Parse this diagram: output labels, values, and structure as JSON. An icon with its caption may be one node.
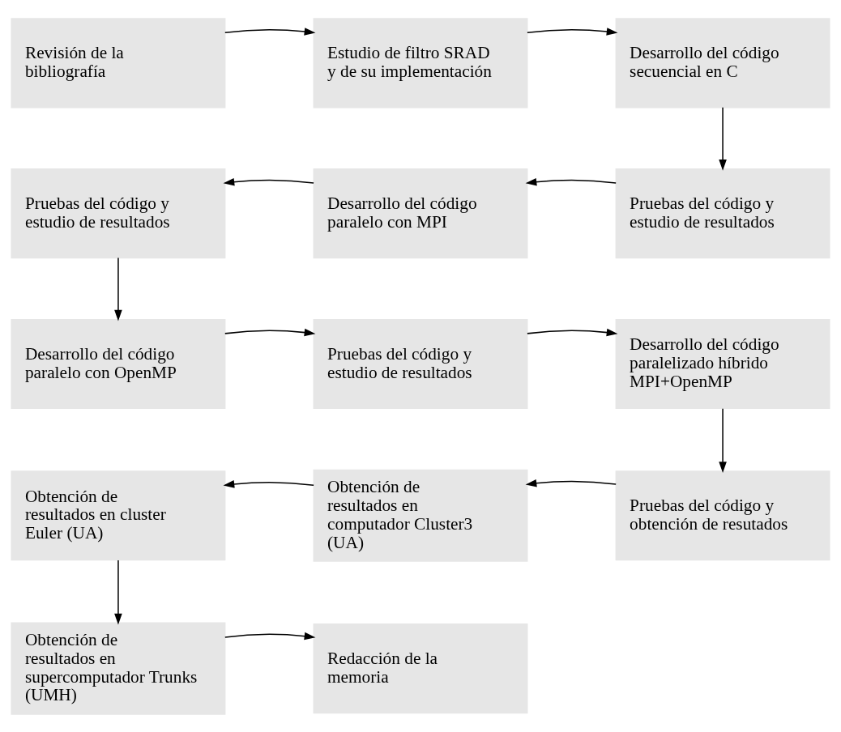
{
  "diagram": {
    "nodes": [
      {
        "text": [
          "Revisión de la bibliografía"
        ]
      },
      {
        "text": [
          "Estudio de filtro SRAD y de su implementación"
        ]
      },
      {
        "text": [
          "Desarrollo del código secuencial en C"
        ]
      },
      {
        "text": [
          "Pruebas del código y estudio de resultados"
        ]
      },
      {
        "text": [
          "Desarrollo del código paralelo con MPI"
        ]
      },
      {
        "text": [
          "Pruebas del código y estudio de resultados"
        ]
      },
      {
        "text": [
          "Desarrollo del código paralelo con OpenMP"
        ]
      },
      {
        "text": [
          "Pruebas del código y estudio de resultados"
        ]
      },
      {
        "text": [
          "Desarrollo del código paralelizado híbrido MPI+OpenMP"
        ]
      },
      {
        "text": [
          "Obtención de resultados en cluster Euler (UA)"
        ]
      },
      {
        "text": [
          "Obtención de resultados en computador Cluster3 (UA)"
        ]
      },
      {
        "text": [
          "Pruebas del código y obtención de resutados"
        ]
      },
      {
        "text": [
          "Obtención de resultados en supercomputador Trunks (UMH)"
        ]
      },
      {
        "text": [
          "Redacción de la memoria"
        ]
      }
    ],
    "edges": [
      {
        "from": 0,
        "to": 1,
        "arrow": "to"
      },
      {
        "from": 1,
        "to": 2,
        "arrow": "to"
      },
      {
        "from": 2,
        "to": 5,
        "arrow": "to"
      },
      {
        "from": 5,
        "to": 4,
        "arrow": "to"
      },
      {
        "from": 4,
        "to": 3,
        "arrow": "to"
      },
      {
        "from": 3,
        "to": 6,
        "arrow": "to"
      },
      {
        "from": 6,
        "to": 7,
        "arrow": "to"
      },
      {
        "from": 7,
        "to": 8,
        "arrow": "to"
      },
      {
        "from": 8,
        "to": 11,
        "arrow": "to"
      },
      {
        "from": 11,
        "to": 10,
        "arrow": "to"
      },
      {
        "from": 10,
        "to": 9,
        "arrow": "to"
      },
      {
        "from": 9,
        "to": 12,
        "arrow": "to"
      },
      {
        "from": 12,
        "to": 13,
        "arrow": "to"
      }
    ]
  }
}
